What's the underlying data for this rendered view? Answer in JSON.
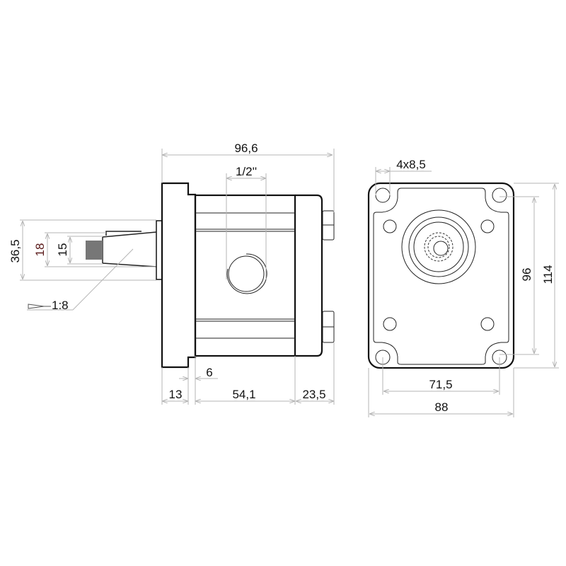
{
  "side_view": {
    "overall_length": "96,6",
    "port_size": "1/2''",
    "pilot_diameter": "36,5",
    "taper_diameter_large": "18",
    "taper_diameter_small": "15",
    "taper_ratio": "1:8",
    "flange_step": "6",
    "flange_thickness": "13",
    "body_length": "54,1",
    "cover_length": "23,5"
  },
  "front_view": {
    "holes": "4x8,5",
    "hole_spacing_vertical": "96",
    "height": "114",
    "hole_spacing_horizontal": "71,5",
    "width": "88"
  }
}
